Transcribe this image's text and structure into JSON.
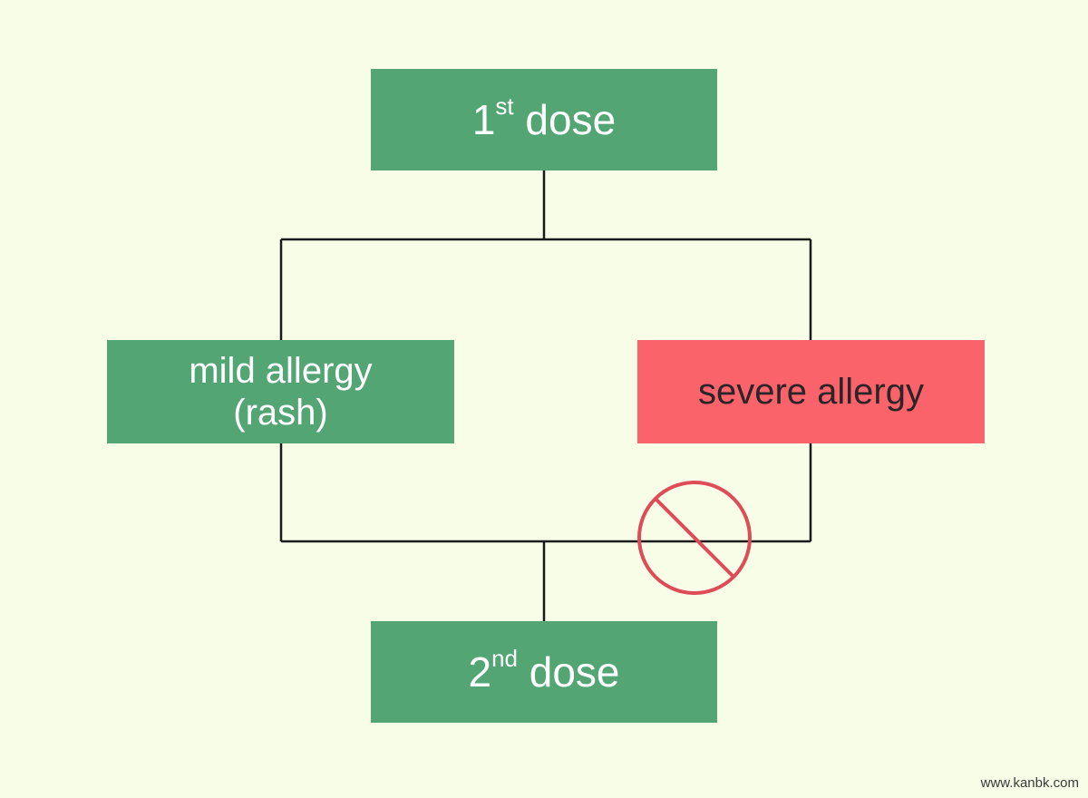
{
  "diagram": {
    "first_dose": {
      "prefix": "1",
      "superscript": "st",
      "label": "dose"
    },
    "mild": {
      "line1": "mild allergy",
      "line2": "(rash)"
    },
    "severe": {
      "label": "severe allergy"
    },
    "second_dose": {
      "prefix": "2",
      "superscript": "nd",
      "label": "dose"
    },
    "blocked_path_icon": "prohibited-icon"
  },
  "colors": {
    "background": "#f8fde8",
    "green_box": "#53a574",
    "red_box": "#fb636b",
    "prohibit": "#dd4c57",
    "line": "#1a1a1a"
  },
  "watermark": "www.kanbk.com"
}
